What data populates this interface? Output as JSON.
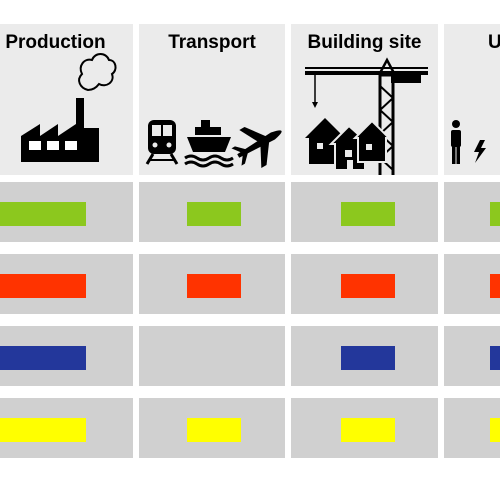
{
  "columns": [
    {
      "id": "production",
      "title": "Production",
      "icons": [
        "factory-icon"
      ]
    },
    {
      "id": "transport",
      "title": "Transport",
      "icons": [
        "train-icon",
        "ship-icon",
        "airplane-icon"
      ]
    },
    {
      "id": "building-site",
      "title": "Building site",
      "icons": [
        "tower-crane-icon",
        "houses-icon"
      ]
    },
    {
      "id": "use",
      "title": "U",
      "icons": [
        "person-icon",
        "electricity-icon"
      ]
    }
  ],
  "colors": {
    "green": "#8cc81e",
    "red": "#ff3300",
    "blue": "#23379b",
    "yellow": "#ffff00",
    "header_bg": "#ebebeb",
    "cell_bg": "#d0d0d0"
  },
  "rows": [
    {
      "color": "green",
      "present": [
        true,
        true,
        true,
        true
      ]
    },
    {
      "color": "red",
      "present": [
        true,
        true,
        true,
        true
      ]
    },
    {
      "color": "blue",
      "present": [
        true,
        false,
        true,
        true
      ]
    },
    {
      "color": "yellow",
      "present": [
        true,
        true,
        true,
        true
      ]
    }
  ]
}
